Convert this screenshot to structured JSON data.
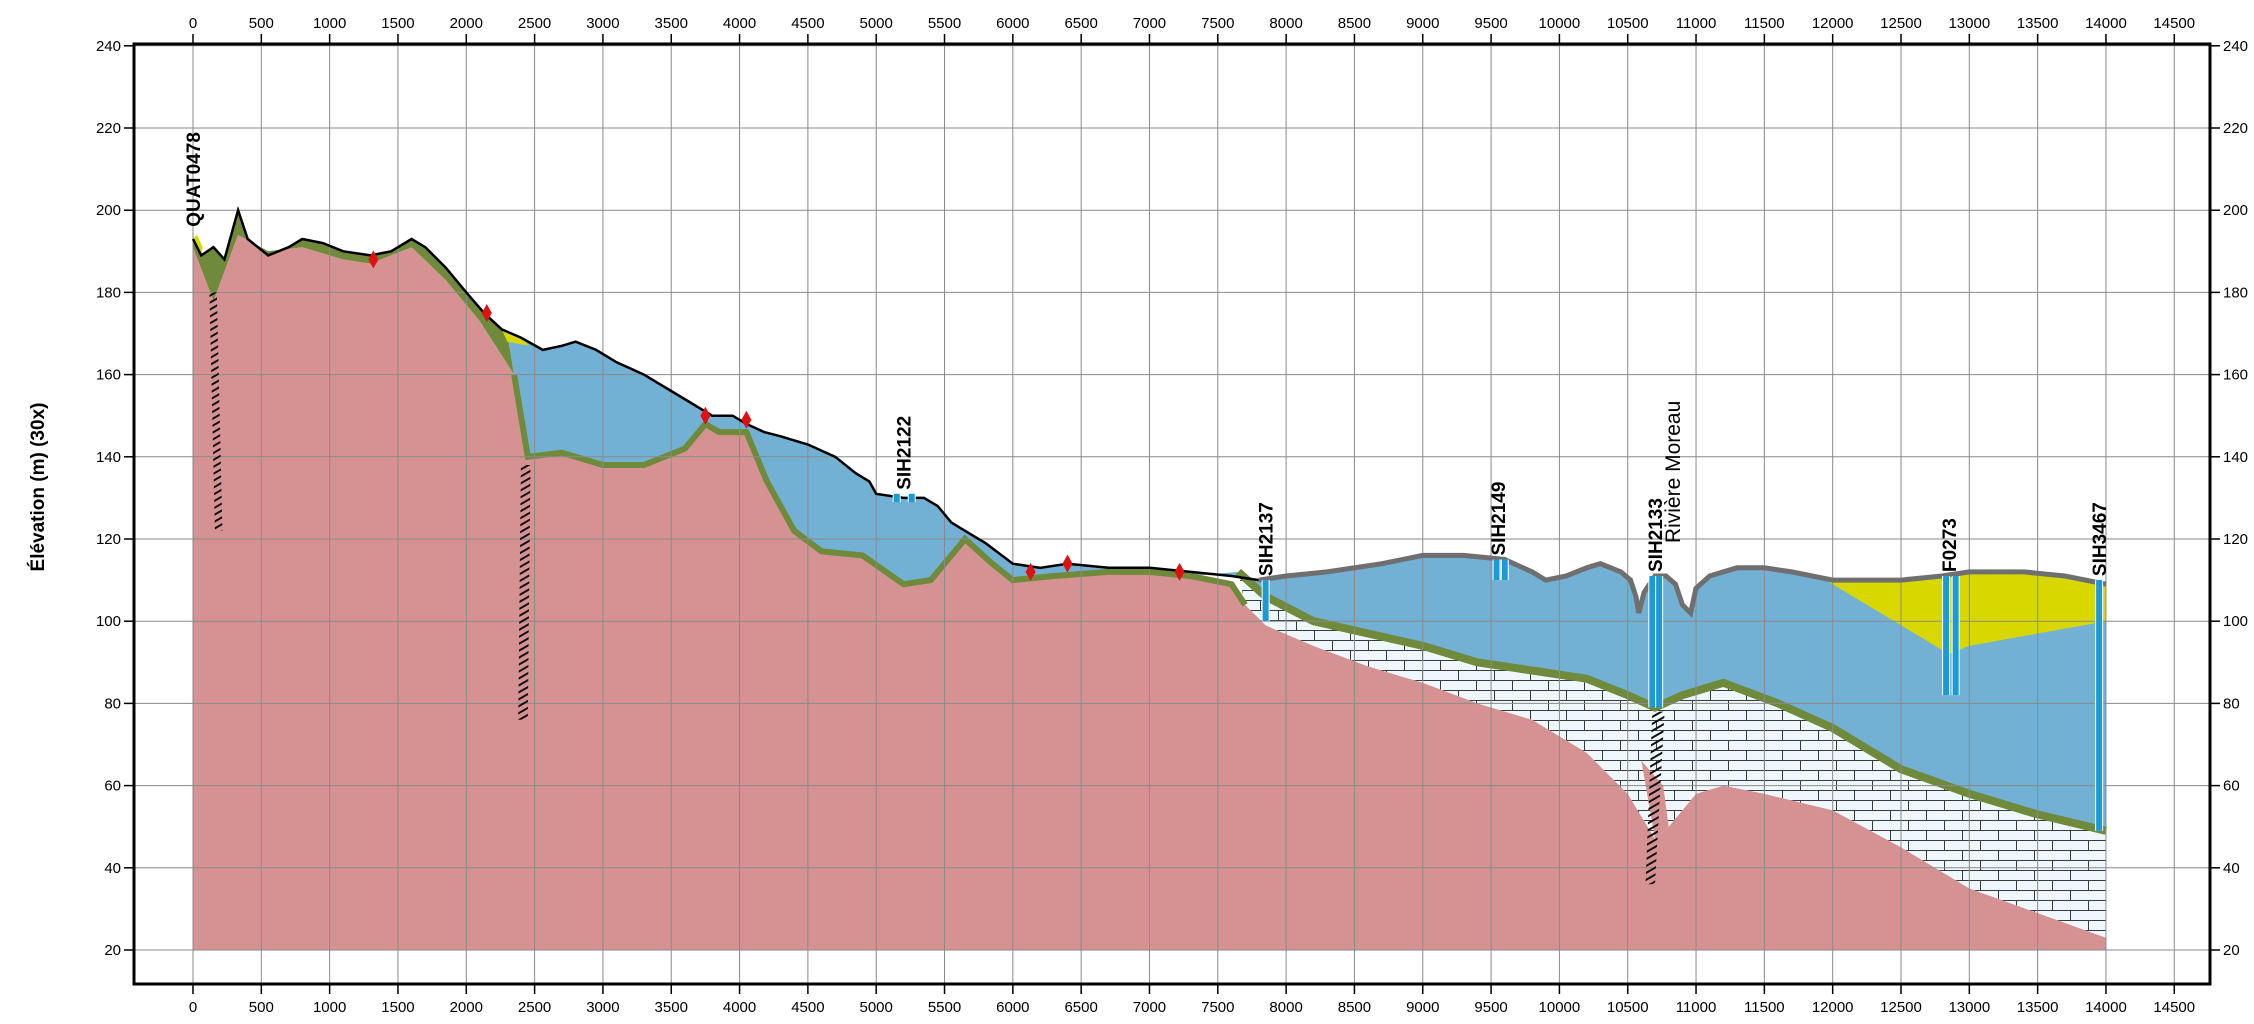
{
  "chart_data": {
    "type": "geologic_cross_section",
    "ylabel": "Élévation (m) (30x)",
    "xlim": [
      -450,
      14600
    ],
    "ylim": [
      15,
      242
    ],
    "x_ticks": [
      0,
      500,
      1000,
      1500,
      2000,
      2500,
      3000,
      3500,
      4000,
      4500,
      5000,
      5500,
      6000,
      6500,
      7000,
      7500,
      8000,
      8500,
      9000,
      9500,
      10000,
      10500,
      11000,
      11500,
      12000,
      12500,
      13000,
      13500,
      14000,
      14500
    ],
    "y_ticks": [
      20,
      40,
      60,
      80,
      100,
      120,
      140,
      160,
      180,
      200,
      220,
      240
    ],
    "grid": true,
    "colors": {
      "bedrock": "#d69292",
      "till": "#6e8a3a",
      "clay": "#72b1d4",
      "sand": "#d8d800",
      "limestone": "#eef7fb",
      "surface_line": "#000000",
      "surface_line_east": "#6f6f6f",
      "marker": "#e01010",
      "well_screen": "#1a9ad6"
    },
    "surface_profile": [
      [
        0,
        193
      ],
      [
        60,
        189
      ],
      [
        150,
        191
      ],
      [
        230,
        188
      ],
      [
        330,
        200
      ],
      [
        400,
        193
      ],
      [
        550,
        189
      ],
      [
        700,
        191
      ],
      [
        800,
        193
      ],
      [
        950,
        192
      ],
      [
        1100,
        190
      ],
      [
        1300,
        189
      ],
      [
        1450,
        190
      ],
      [
        1600,
        193
      ],
      [
        1700,
        191
      ],
      [
        1850,
        186
      ],
      [
        2000,
        180
      ],
      [
        2130,
        175
      ],
      [
        2260,
        171
      ],
      [
        2400,
        169
      ],
      [
        2560,
        166
      ],
      [
        2700,
        167
      ],
      [
        2800,
        168
      ],
      [
        2950,
        166
      ],
      [
        3100,
        163
      ],
      [
        3300,
        160
      ],
      [
        3500,
        156
      ],
      [
        3700,
        152
      ],
      [
        3800,
        150
      ],
      [
        3950,
        150
      ],
      [
        4050,
        148
      ],
      [
        4180,
        146
      ],
      [
        4300,
        145
      ],
      [
        4500,
        143
      ],
      [
        4700,
        140
      ],
      [
        4850,
        136
      ],
      [
        4950,
        134
      ],
      [
        5000,
        131
      ],
      [
        5200,
        130
      ],
      [
        5350,
        130
      ],
      [
        5450,
        128
      ],
      [
        5550,
        124
      ],
      [
        5700,
        121
      ],
      [
        5800,
        119
      ],
      [
        6000,
        114
      ],
      [
        6200,
        113
      ],
      [
        6400,
        114
      ],
      [
        6700,
        113
      ],
      [
        7000,
        113
      ],
      [
        7300,
        112
      ],
      [
        7600,
        111
      ],
      [
        7800,
        110
      ]
    ],
    "surface_profile_east": [
      [
        7800,
        110
      ],
      [
        8000,
        111
      ],
      [
        8300,
        112
      ],
      [
        8700,
        114
      ],
      [
        9000,
        116
      ],
      [
        9300,
        116
      ],
      [
        9600,
        115
      ],
      [
        9800,
        112
      ],
      [
        9900,
        110
      ],
      [
        10050,
        111
      ],
      [
        10200,
        113
      ],
      [
        10300,
        114
      ],
      [
        10450,
        112
      ],
      [
        10520,
        110
      ],
      [
        10560,
        106
      ],
      [
        10580,
        102
      ],
      [
        10620,
        107
      ],
      [
        10700,
        111
      ],
      [
        10780,
        111
      ],
      [
        10850,
        109
      ],
      [
        10900,
        104
      ],
      [
        10960,
        102
      ],
      [
        11000,
        108
      ],
      [
        11100,
        111
      ],
      [
        11300,
        113
      ],
      [
        11500,
        113
      ],
      [
        11700,
        112
      ],
      [
        12000,
        110
      ],
      [
        12500,
        110
      ],
      [
        12800,
        111
      ],
      [
        13000,
        112
      ],
      [
        13400,
        112
      ],
      [
        13700,
        111
      ],
      [
        14000,
        109
      ]
    ],
    "wells": [
      {
        "name": "QUAT0478",
        "x": 0,
        "top": 195
      },
      {
        "name": "SIH2122",
        "x": 5200,
        "top": 131
      },
      {
        "name": "SIH2137",
        "x": 7850,
        "top": 110
      },
      {
        "name": "SIH2149",
        "x": 9550,
        "top": 115
      },
      {
        "name": "SIH2133",
        "x": 10700,
        "top": 111
      },
      {
        "name": "F0273",
        "x": 12850,
        "top": 111
      },
      {
        "name": "SIH3467",
        "x": 13950,
        "top": 110
      }
    ],
    "annotations": [
      {
        "text": "Rivière Moreau",
        "x": 10830,
        "y": 119
      }
    ],
    "markers": [
      {
        "x": 1320,
        "y": 188
      },
      {
        "x": 2150,
        "y": 175
      },
      {
        "x": 3750,
        "y": 150
      },
      {
        "x": 4050,
        "y": 149
      },
      {
        "x": 6130,
        "y": 112
      },
      {
        "x": 6400,
        "y": 114
      },
      {
        "x": 7220,
        "y": 112
      }
    ]
  }
}
